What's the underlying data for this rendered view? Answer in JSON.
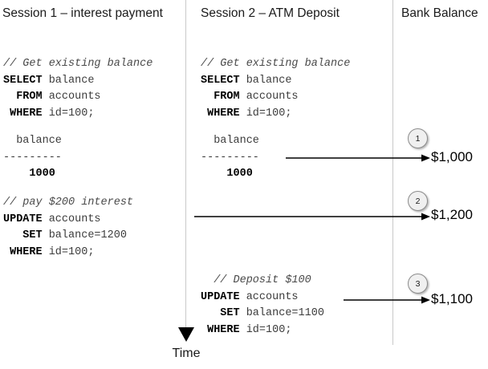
{
  "diagram": {
    "title_columns": [
      {
        "id": "session1",
        "label": "Session 1 – interest payment"
      },
      {
        "id": "session2",
        "label": "Session 2 – ATM Deposit"
      },
      {
        "id": "bank",
        "label": "Bank Balance"
      }
    ],
    "time_axis_label": "Time",
    "colors": {
      "separator": "#c9c9c9",
      "circle_fill": "#f0f0f0",
      "circle_border": "#8c8c8c",
      "arrow": "#000000",
      "text": "#1a1a1a",
      "code_text": "#2b2b2b"
    }
  },
  "session1": {
    "select_block": {
      "comment": "// Get existing balance",
      "lines": [
        {
          "keyword": "SELECT",
          "rest": " balance"
        },
        {
          "keyword": "  FROM",
          "rest": " accounts"
        },
        {
          "keyword": " WHERE",
          "rest": " id=100;"
        }
      ]
    },
    "result_block": {
      "column": "  balance",
      "divider": "---------",
      "value": "    1000"
    },
    "update_block": {
      "comment": "// pay $200 interest",
      "lines": [
        {
          "keyword": "UPDATE",
          "rest": " accounts"
        },
        {
          "keyword": "   SET",
          "rest": " balance=1200"
        },
        {
          "keyword": " WHERE",
          "rest": " id=100;"
        }
      ]
    }
  },
  "session2": {
    "select_block": {
      "comment": "// Get existing balance",
      "lines": [
        {
          "keyword": "SELECT",
          "rest": " balance"
        },
        {
          "keyword": "  FROM",
          "rest": " accounts"
        },
        {
          "keyword": " WHERE",
          "rest": " id=100;"
        }
      ]
    },
    "result_block": {
      "column": "  balance",
      "divider": "---------",
      "value": "    1000"
    },
    "update_block": {
      "comment": "  // Deposit $100",
      "lines": [
        {
          "keyword": "UPDATE",
          "rest": " accounts"
        },
        {
          "keyword": "   SET",
          "rest": " balance=1100"
        },
        {
          "keyword": " WHERE",
          "rest": " id=100;"
        }
      ]
    }
  },
  "bank_balance": {
    "steps": [
      {
        "number": "1",
        "value": "$1,000"
      },
      {
        "number": "2",
        "value": "$1,200"
      },
      {
        "number": "3",
        "value": "$1,100"
      }
    ]
  }
}
